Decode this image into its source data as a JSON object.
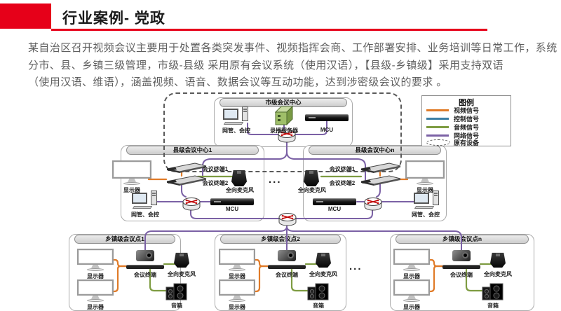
{
  "header": {
    "title": "行业案例- 党政"
  },
  "colors": {
    "accent": "#E60019",
    "video": "#E07B28",
    "control": "#3B7FA5",
    "audio": "#7E9C42",
    "network": "#7B61A5"
  },
  "body": {
    "line1": "某自治区召开视频会议主要用于处置各类突发事件、视频指挥会商、工作部署安排、业务培训等日常工作，系统",
    "line2": "分市、县、乡镇三级管理，市级-县级 采用原有会议系统（使用汉语），【县级-乡镇级】采用支持双语",
    "line3": "（使用汉语、维语），涵盖视频、语音、数据会议等互动功能，达到涉密级会议的要求 。"
  },
  "legend": {
    "title": "图例",
    "items": [
      {
        "label": "视频信号"
      },
      {
        "label": "控制信号"
      },
      {
        "label": "音频信号"
      },
      {
        "label": "网络信号"
      },
      {
        "label": "原有设备"
      }
    ]
  },
  "diagram": {
    "city": {
      "title": "市级会议中心",
      "nms": "网管、会控",
      "recorder": "录播服务器",
      "mcu": "MCU"
    },
    "counties": [
      {
        "title": "县级会议中心1",
        "display": "显示器",
        "terminal1": "会议终端1",
        "terminal2": "会议终端2",
        "mic": "全向麦克风",
        "mcu": "MCU",
        "nms": "网管、会控"
      },
      {
        "title": "县级会议中心n",
        "display": "显示器",
        "terminal1": "会议终端1",
        "terminal2": "会议终端2",
        "mic": "全向麦克风",
        "mcu": "MCU",
        "nms": "网管、会控"
      }
    ],
    "county_ellipsis": "...",
    "townships": [
      {
        "title": "乡镇级会议点1",
        "display1": "显示器",
        "display2": "显示器",
        "terminal": "会议终端",
        "mic": "全向麦克风",
        "speaker": "音箱"
      },
      {
        "title": "乡镇级会议点2",
        "display1": "显示器",
        "display2": "显示器",
        "terminal": "会议终端",
        "mic": "全向麦克风",
        "speaker": "音箱"
      },
      {
        "title": "乡镇级会议点n",
        "display1": "显示器",
        "display2": "显示器",
        "terminal": "会议终端",
        "mic": "全向麦克风",
        "speaker": "音箱"
      }
    ],
    "township_ellipsis": "..."
  }
}
